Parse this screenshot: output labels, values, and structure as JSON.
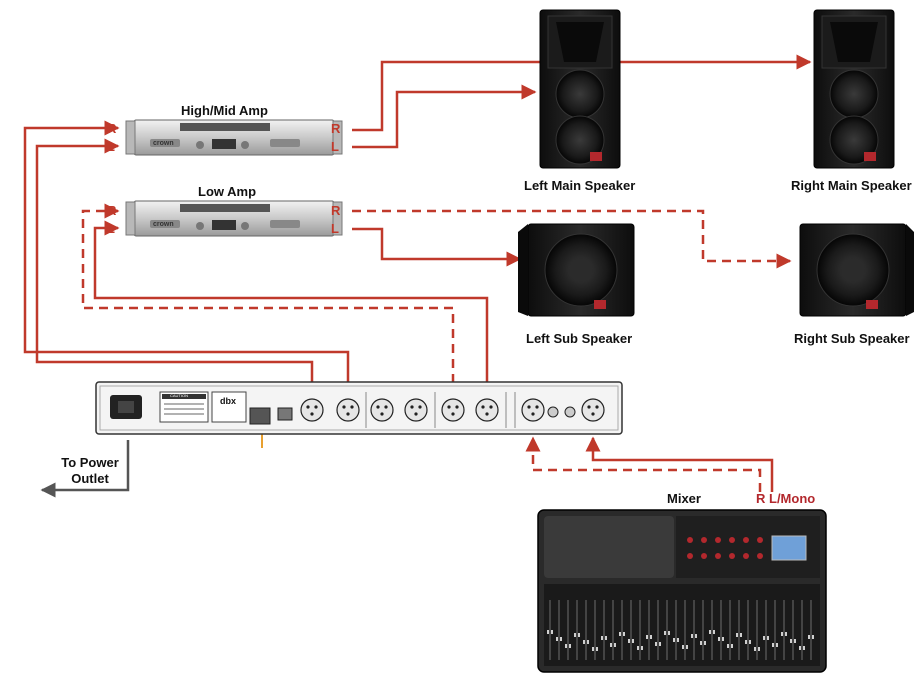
{
  "labels": {
    "high_mid_amp": "High/Mid Amp",
    "low_amp": "Low Amp",
    "left_main": "Left Main Speaker",
    "right_main": "Right Main Speaker",
    "left_sub": "Left Sub Speaker",
    "right_sub": "Right Sub Speaker",
    "mixer": "Mixer",
    "power_line1": "To Power",
    "power_line2": "Outlet",
    "mixer_outputs": "R L/Mono"
  },
  "ports": {
    "r": "R",
    "l": "L"
  },
  "device_text": {
    "brand_amp": "crown",
    "brand_dbx": "dbx",
    "caution": "CAUTION"
  },
  "colors": {
    "signal": "#c0392b",
    "power": "#555555",
    "ethernet": "#e8a030"
  }
}
